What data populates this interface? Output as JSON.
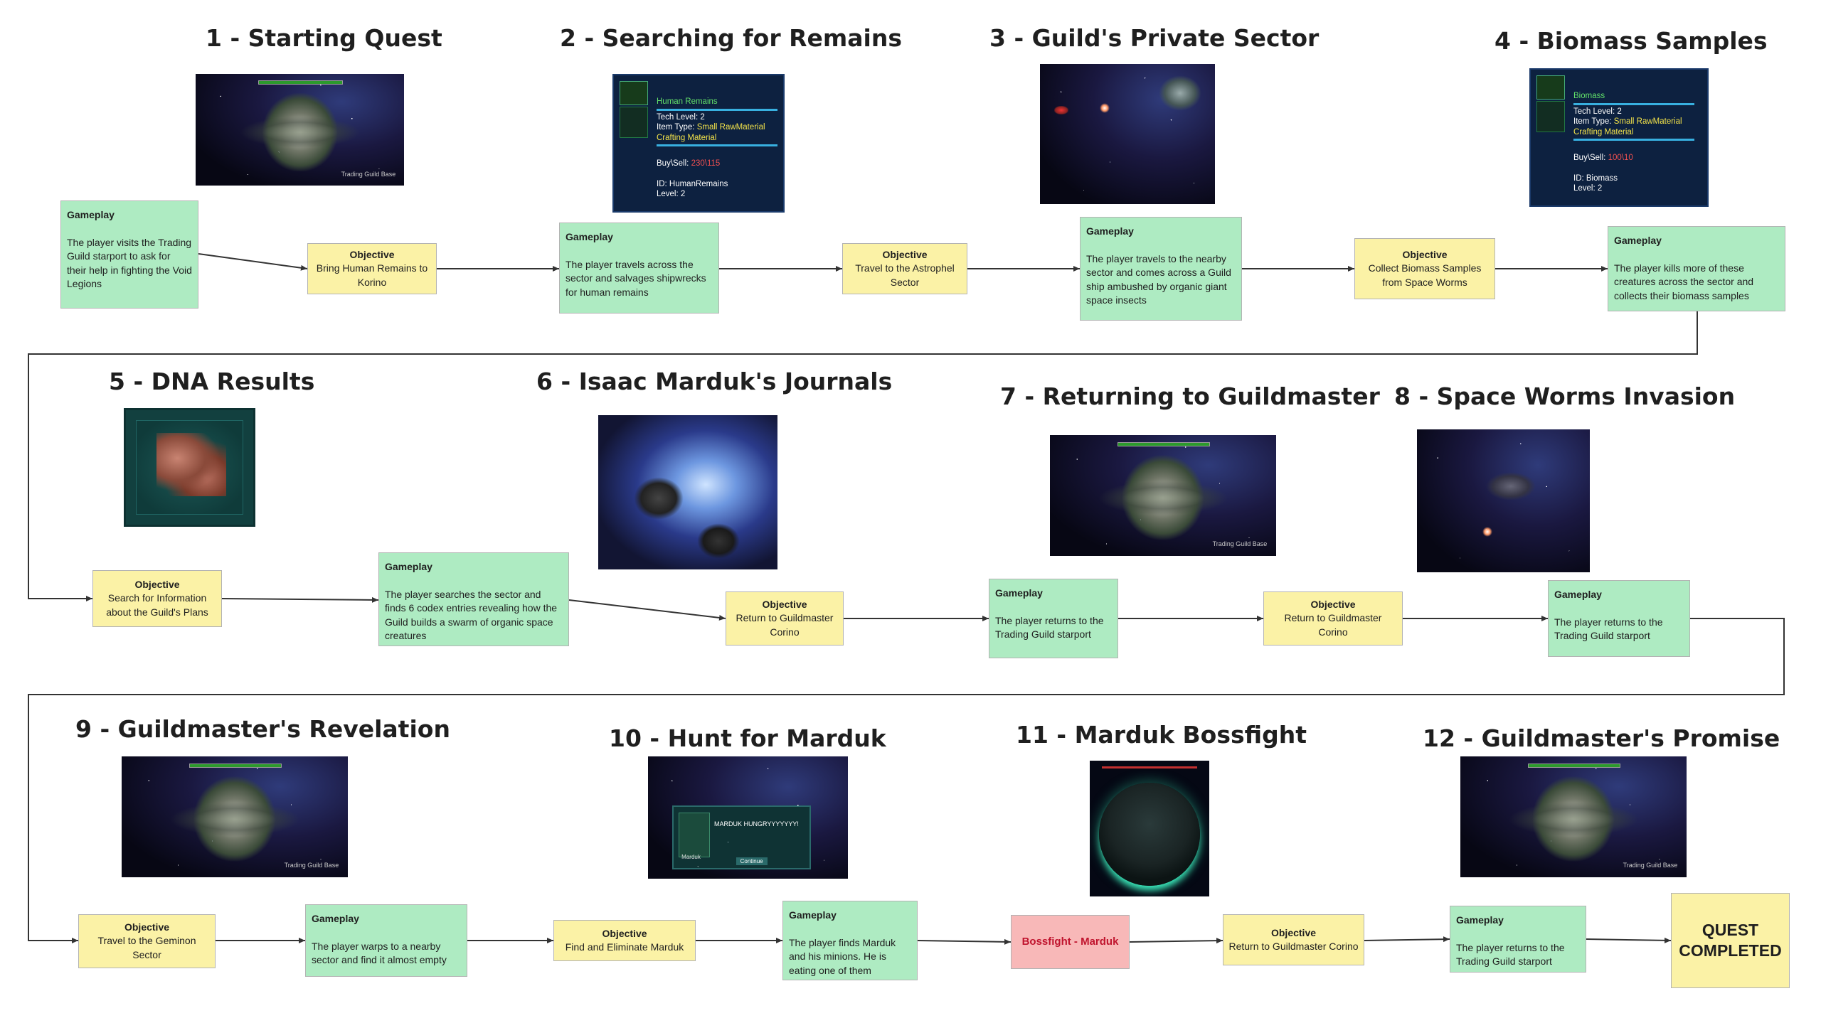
{
  "diagram": {
    "steps": [
      {
        "title": "1 - Starting Quest",
        "screenshot_caption": "Trading Guild Base"
      },
      {
        "title": "2 - Searching for Remains",
        "item_panel": {
          "name": "Human Remains",
          "tech_level": "Tech Level: 2",
          "item_type_label": "Item Type: ",
          "item_type": "Small RawMaterial",
          "category": "Crafting Material",
          "buy_sell_label": "Buy\\Sell: ",
          "buy_sell_value": "230\\115",
          "id": "ID: HumanRemains",
          "level": "Level: 2"
        }
      },
      {
        "title": "3 - Guild's Private Sector"
      },
      {
        "title": "4 - Biomass Samples",
        "item_panel": {
          "name": "Biomass",
          "tech_level": "Tech Level: 2",
          "item_type_label": "Item Type: ",
          "item_type": "Small RawMaterial",
          "category": "Crafting Material",
          "buy_sell_label": "Buy\\Sell: ",
          "buy_sell_value": "100\\10",
          "id": "ID: Biomass",
          "level": "Level: 2"
        }
      },
      {
        "title": "5 - DNA Results"
      },
      {
        "title": "6 - Isaac Marduk's Journals"
      },
      {
        "title": "7 - Returning to Guildmaster",
        "screenshot_caption": "Trading Guild Base"
      },
      {
        "title": "8 - Space Worms Invasion"
      },
      {
        "title": "9 - Guildmaster's Revelation",
        "screenshot_caption": "Trading Guild Base"
      },
      {
        "title": "10 - Hunt for Marduk",
        "dialog": {
          "text": "MARDUK HUNGRYYYYYYY!",
          "speaker": "Marduk",
          "button": "Continue"
        }
      },
      {
        "title": "11 - Marduk Bossfight"
      },
      {
        "title": "12 - Guildmaster's Promise",
        "screenshot_caption": "Trading Guild Base"
      }
    ],
    "nodes": {
      "g1": {
        "type": "Gameplay",
        "text": "The player visits the Trading Guild starport to ask for their help in fighting the Void Legions"
      },
      "o1": {
        "type": "Objective",
        "text": "Bring Human Remains to Korino"
      },
      "g2": {
        "type": "Gameplay",
        "text": "The player travels across the sector and salvages shipwrecks for human remains"
      },
      "o2": {
        "type": "Objective",
        "text": "Travel to the Astrophel Sector"
      },
      "g3": {
        "type": "Gameplay",
        "text": "The player travels to the nearby sector and comes across a Guild ship ambushed by organic giant space insects"
      },
      "o3": {
        "type": "Objective",
        "text": "Collect Biomass Samples from Space Worms"
      },
      "g4": {
        "type": "Gameplay",
        "text": "The player kills more of these creatures across the sector and collects their biomass samples"
      },
      "o4": {
        "type": "Objective",
        "text": "Search for Information about the Guild's Plans"
      },
      "g5": {
        "type": "Gameplay",
        "text": "The player searches the sector and finds 6 codex entries revealing how the Guild builds a swarm of organic space creatures"
      },
      "o5": {
        "type": "Objective",
        "text": "Return to Guildmaster Corino"
      },
      "g6": {
        "type": "Gameplay",
        "text": "The player returns to the Trading Guild starport"
      },
      "o6": {
        "type": "Objective",
        "text": "Return to Guildmaster Corino"
      },
      "g7": {
        "type": "Gameplay",
        "text": "The player returns to the Trading Guild starport"
      },
      "o7": {
        "type": "Objective",
        "text": "Travel to the Geminon Sector"
      },
      "g8": {
        "type": "Gameplay",
        "text": "The player warps to a nearby sector and find it almost empty"
      },
      "o8": {
        "type": "Objective",
        "text": "Find and Eliminate Marduk"
      },
      "g9": {
        "type": "Gameplay",
        "text": "The player finds Marduk and his minions. He is eating one of them"
      },
      "boss": {
        "text": "Bossfight - Marduk"
      },
      "o9": {
        "type": "Objective",
        "text": "Return to Guildmaster Corino"
      },
      "g10": {
        "type": "Gameplay",
        "text": "The player returns to the Trading Guild starport"
      },
      "final": {
        "line1": "QUEST",
        "line2": "COMPLETED"
      }
    }
  }
}
